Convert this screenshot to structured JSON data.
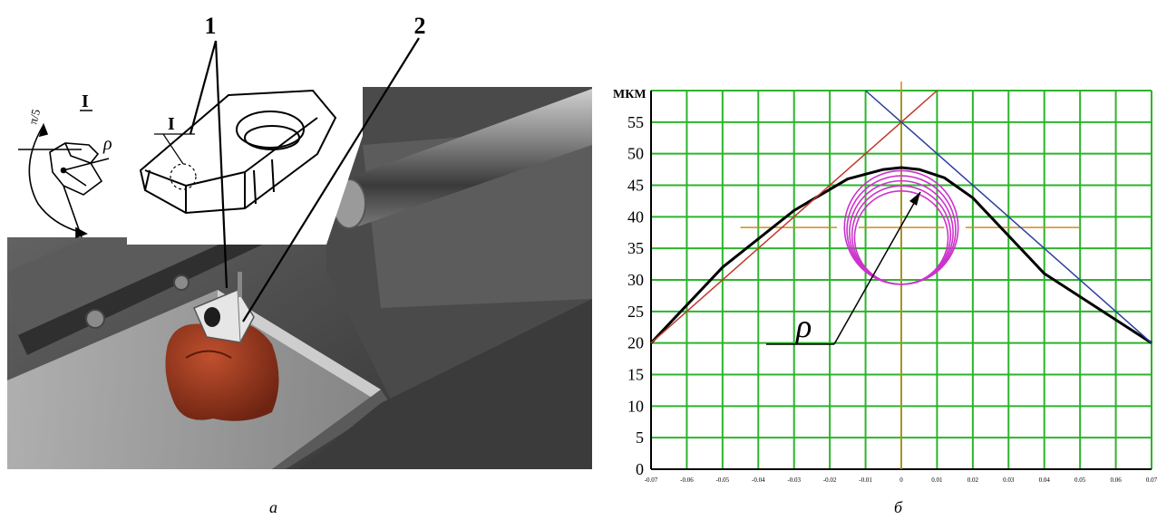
{
  "left_figure": {
    "callout_1": "1",
    "callout_2": "2",
    "detail_marker": "I",
    "detail_title": "I",
    "rho_label": "ρ",
    "angle_label": "π/5",
    "caption": "а"
  },
  "right_figure": {
    "caption": "б",
    "rho_annotation": "ρ"
  },
  "chart_data": {
    "type": "line",
    "ylabel": "МКМ",
    "y_ticks": [
      "0",
      "5",
      "10",
      "15",
      "20",
      "25",
      "30",
      "35",
      "40",
      "45",
      "50",
      "55"
    ],
    "ylim": [
      0,
      60
    ],
    "xlim": [
      -0.07,
      0.07
    ],
    "x_ticks": [
      "-0.07",
      "-0.06",
      "-0.05",
      "-0.04",
      "-0.03",
      "-0.02",
      "-0.01",
      "0",
      "0.01",
      "0.02",
      "0.03",
      "0.04",
      "0.05",
      "0.06",
      "0.07"
    ],
    "grid": true,
    "colors": {
      "grid": "#2bb52b",
      "axis": "#d08a1e",
      "profile": "#000000",
      "line_left": "#c0392b",
      "line_right": "#2c3e9e",
      "circle": "#cc33cc"
    },
    "series": [
      {
        "name": "",
        "x": [
          -0.07,
          -0.05,
          -0.03,
          -0.015,
          -0.005,
          0,
          0.005,
          0.012,
          0.02,
          0.04,
          0.07
        ],
        "y": [
          20,
          32,
          41,
          46,
          47.5,
          47.8,
          47.5,
          46.2,
          43,
          31,
          20
        ]
      },
      {
        "name": "",
        "x": [
          -0.07,
          0.01
        ],
        "y": [
          20,
          60
        ]
      },
      {
        "name": "",
        "x": [
          -0.01,
          0.07
        ],
        "y": [
          60,
          20
        ]
      }
    ],
    "circles": [
      {
        "cx": 0,
        "cy": 38.3,
        "r": 9.0
      },
      {
        "cx": 0,
        "cy": 37.9,
        "r": 8.6
      },
      {
        "cx": 0,
        "cy": 37.5,
        "r": 8.2
      },
      {
        "cx": 0,
        "cy": 37.1,
        "r": 7.8
      },
      {
        "cx": 0,
        "cy": 36.7,
        "r": 7.4
      }
    ],
    "h_center_line": 38.3
  }
}
